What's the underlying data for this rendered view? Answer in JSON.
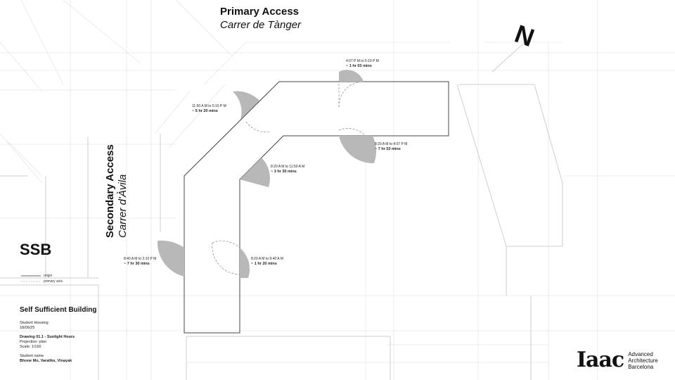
{
  "streets": {
    "primary_label": "Primary Access",
    "primary_name": "Carrer de Tànger",
    "secondary_label": "Secondary Access",
    "secondary_name": "Carrer d'Àvila"
  },
  "north_label": "N",
  "project_code": "SSB",
  "legend": [
    {
      "label": "origin"
    },
    {
      "label": "primary axis"
    }
  ],
  "sunlight": [
    {
      "time": "4:07 P M to 5:10 P M",
      "duration": "~ 1 hr 03 mins"
    },
    {
      "time": "11:50 A M to 5:10 P M",
      "duration": "~ 5 hr 20 mins"
    },
    {
      "time": "8:20 A M to 4:07 P M",
      "duration": "~ 7 hr 53 mins"
    },
    {
      "time": "8:20 A M to 11:50 A M",
      "duration": "~ 3 hr 30 mins"
    },
    {
      "time": "8:40 A M to 3:10 P M",
      "duration": "~ 7 hr 30 mins"
    },
    {
      "time": "8:20 A M to 9:40 A M",
      "duration": "~ 1 hr 20 mins"
    }
  ],
  "title_block": {
    "title": "Self Sufficient Building",
    "subtitle": "Student Housing",
    "date": "18/06/25",
    "drawing": "Drawing 01.1 - Sunlight Hours",
    "projection": "Projection: plan",
    "scale": "Scale: 1/160",
    "student_label": "Student name",
    "student_names": "Bhone Mo, Varaliks, Vinayak"
  },
  "logo": {
    "mark": "Iaac",
    "line1": "Advanced",
    "line2": "Architecture",
    "line3": "Barcelona"
  }
}
